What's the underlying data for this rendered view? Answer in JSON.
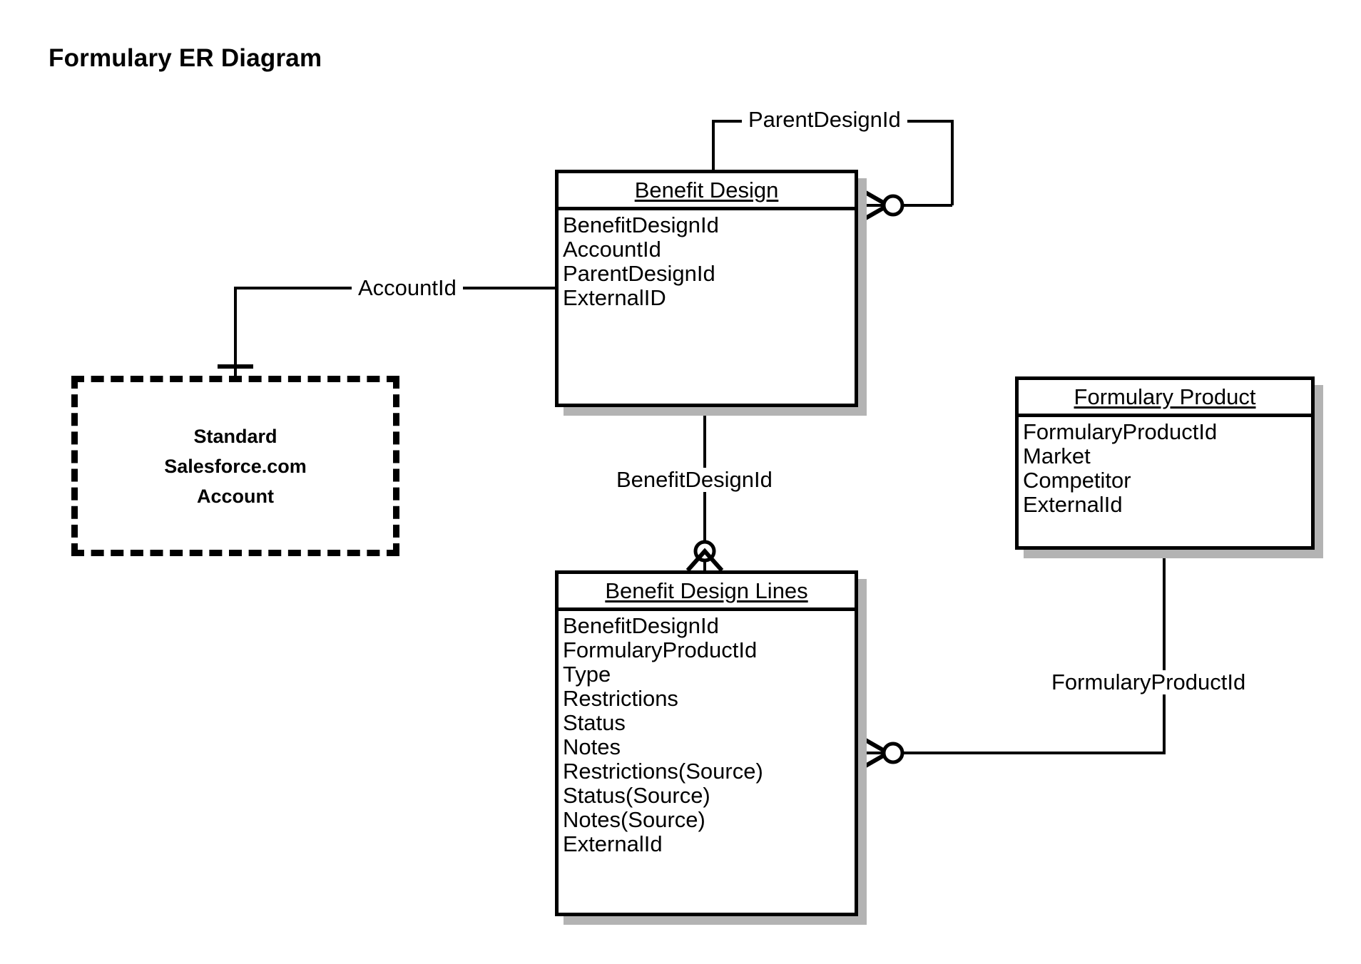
{
  "page": {
    "title": "Formulary ER Diagram",
    "background_color": "#ffffff",
    "line_color": "#000000",
    "shadow_color": "#b3b3b3"
  },
  "entities": [
    {
      "id": "benefit-design",
      "title": "Benefit Design",
      "fields": [
        "BenefitDesignId",
        "AccountId",
        "ParentDesignId",
        "ExternalID"
      ]
    },
    {
      "id": "benefit-design-lines",
      "title": "Benefit Design Lines",
      "fields": [
        "BenefitDesignId",
        "FormularyProductId",
        "Type",
        "Restrictions",
        "Status",
        "Notes",
        "Restrictions(Source)",
        "Status(Source)",
        "Notes(Source)",
        "ExternalId"
      ]
    },
    {
      "id": "formulary-product",
      "title": "Formulary Product",
      "fields": [
        "FormularyProductId",
        "Market",
        "Competitor",
        "ExternalId"
      ]
    }
  ],
  "external_entity": {
    "id": "standard-salesforce-account",
    "label": "Standard\nSalesforce.com\nAccount",
    "style": "dashed"
  },
  "relationships": [
    {
      "id": "parent-design",
      "label": "ParentDesignId",
      "from": "benefit-design",
      "to": "benefit-design",
      "from_cardinality": "many",
      "to_cardinality": "zero-or-many"
    },
    {
      "id": "account",
      "label": "AccountId",
      "from": "benefit-design",
      "to": "standard-salesforce-account",
      "from_cardinality": "one",
      "to_cardinality": "one"
    },
    {
      "id": "benefit-design-lines",
      "label": "BenefitDesignId",
      "from": "benefit-design",
      "to": "benefit-design-lines",
      "from_cardinality": "one",
      "to_cardinality": "zero-or-many"
    },
    {
      "id": "formulary-product",
      "label": "FormularyProductId",
      "from": "formulary-product",
      "to": "benefit-design-lines",
      "from_cardinality": "one",
      "to_cardinality": "zero-or-many"
    }
  ]
}
